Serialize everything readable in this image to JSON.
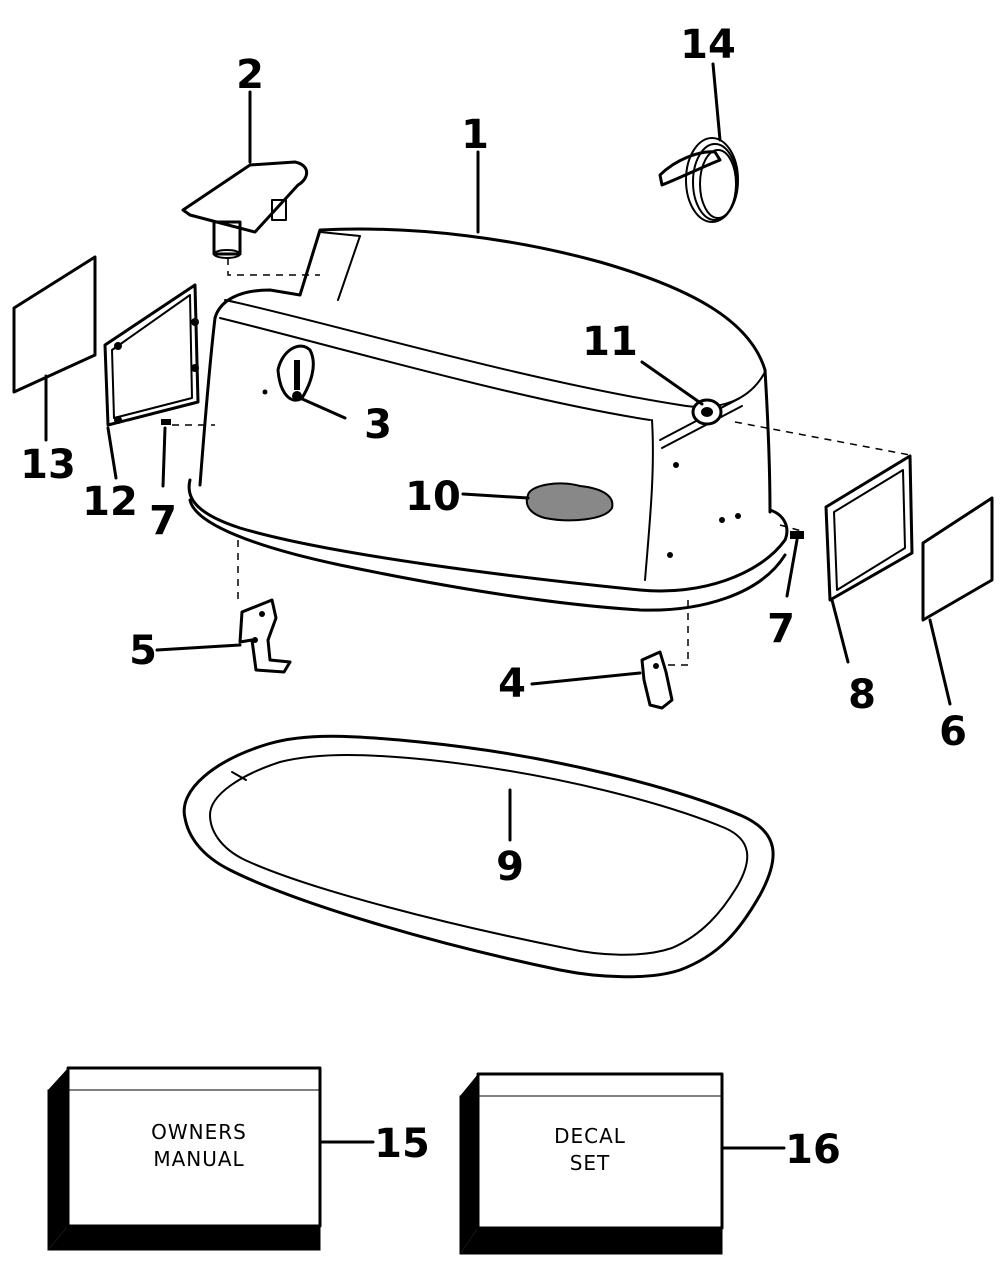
{
  "callouts": {
    "c1": "1",
    "c2": "2",
    "c3": "3",
    "c4": "4",
    "c5": "5",
    "c6": "6",
    "c7a": "7",
    "c7b": "7",
    "c8": "8",
    "c9": "9",
    "c10": "10",
    "c11": "11",
    "c12": "12",
    "c13": "13",
    "c14": "14",
    "c15": "15",
    "c16": "16"
  },
  "boxes": {
    "owners_manual": {
      "line1": "OWNERS",
      "line2": "MANUAL"
    },
    "decal_set": {
      "line1": "DECAL",
      "line2": "SET"
    }
  }
}
